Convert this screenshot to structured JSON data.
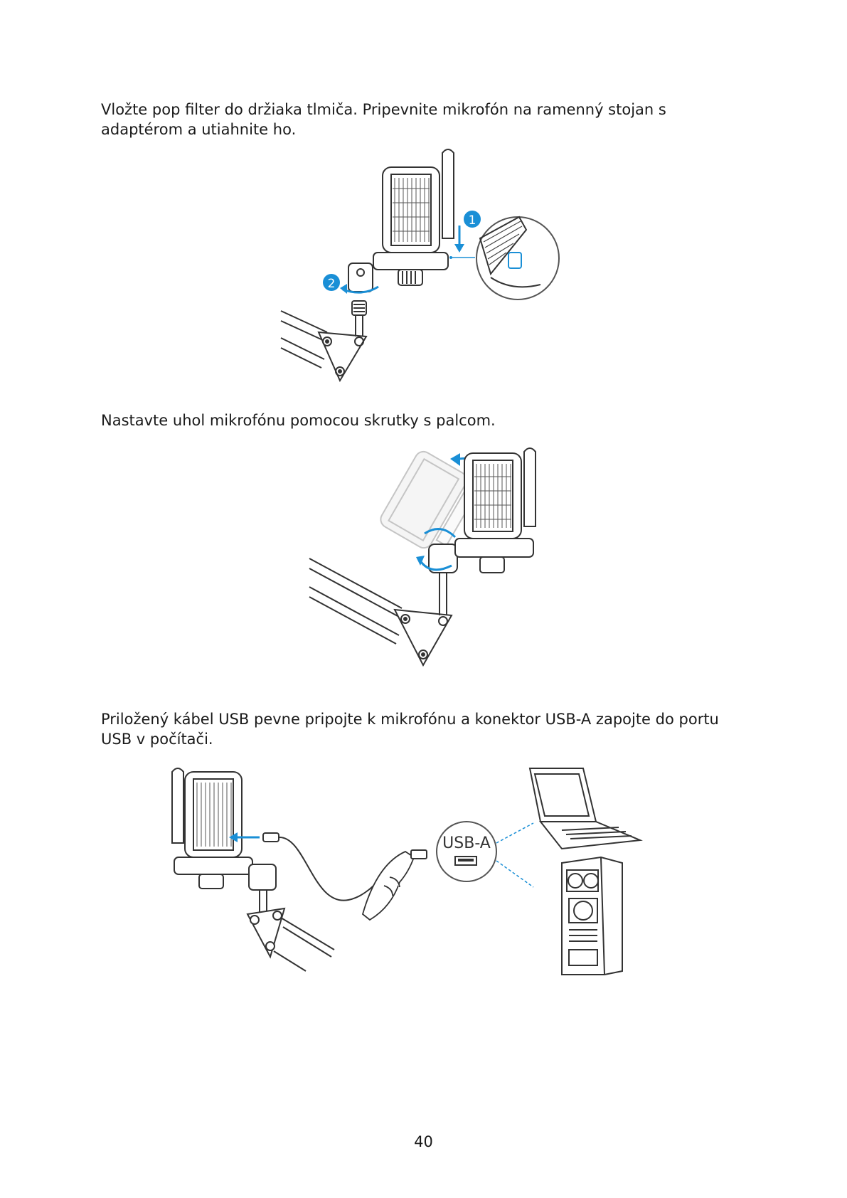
{
  "paragraphs": [
    "Vložte pop filter do držiaka tlmiča. Pripevnite mikrofón na ramenný stojan s adaptérom a utiahnite ho.",
    "Nastavte uhol mikrofónu pomocou skrutky s palcom.",
    "Priložený kábel USB pevne pripojte k mikrofónu a konektor USB-A zapojte do portu USB v počítači."
  ],
  "figures": {
    "step_markers": [
      "1",
      "2"
    ],
    "usb_label": "USB-A"
  },
  "page_number": "40",
  "colors": {
    "accent": "#1a8fd6",
    "line": "#333333"
  }
}
